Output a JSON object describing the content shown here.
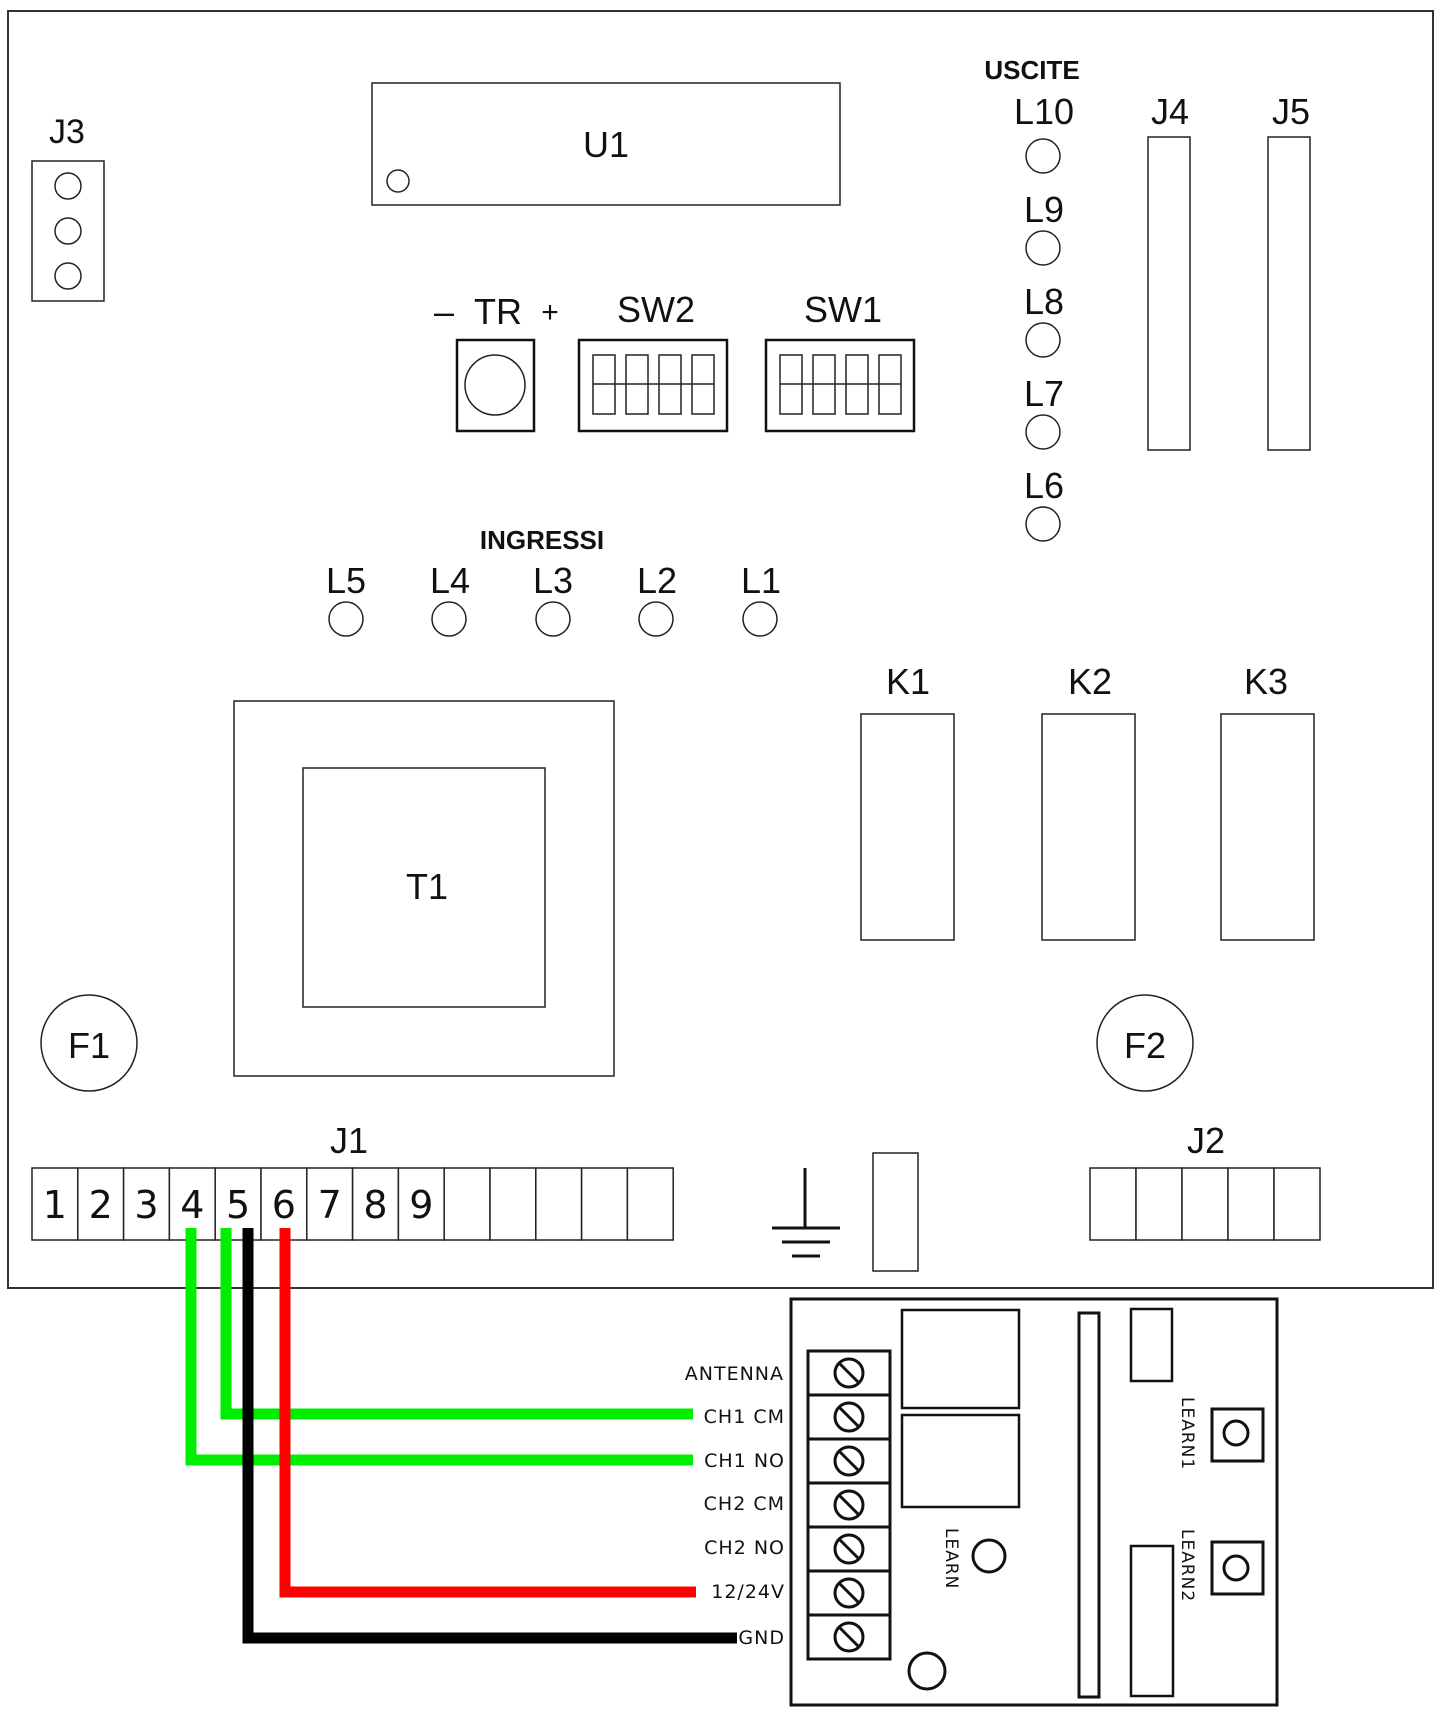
{
  "board": {
    "sections": {
      "outputs": "USCITE",
      "inputs": "INGRESSI"
    },
    "components": {
      "u1": "U1",
      "j3": "J3",
      "j4": "J4",
      "j5": "J5",
      "tr": "TR",
      "tr_minus": "–",
      "tr_plus": "+",
      "sw2": "SW2",
      "sw1": "SW1",
      "t1": "T1",
      "f1": "F1",
      "f2": "F2",
      "k1": "K1",
      "k2": "K2",
      "k3": "K3",
      "j1": "J1",
      "j2": "J2"
    },
    "output_leds": [
      "L10",
      "L9",
      "L8",
      "L7",
      "L6"
    ],
    "input_leds": [
      "L5",
      "L4",
      "L3",
      "L2",
      "L1"
    ],
    "j1_terminals": [
      "1",
      "2",
      "3",
      "4",
      "5",
      "6",
      "7",
      "8",
      "9",
      "",
      "",
      "",
      "",
      ""
    ]
  },
  "receiver": {
    "terminals": [
      "ANTENNA",
      "CH1 CM",
      "CH1 NO",
      "CH2 CM",
      "CH2 NO",
      "12/24V",
      "GND"
    ],
    "learn": "LEARN",
    "learn1": "LEARN1",
    "learn2": "LEARN2"
  },
  "wiring": {
    "colors": {
      "green": "#00ee00",
      "black": "#000000",
      "red": "#ff0000"
    },
    "connections": [
      {
        "from": "5",
        "to": "CH1 CM",
        "color": "green"
      },
      {
        "from": "4",
        "to": "CH1 NO",
        "color": "green"
      },
      {
        "from": "6",
        "to": "12/24V",
        "color": "red"
      },
      {
        "from": "5",
        "to": "GND",
        "color": "black"
      }
    ]
  }
}
